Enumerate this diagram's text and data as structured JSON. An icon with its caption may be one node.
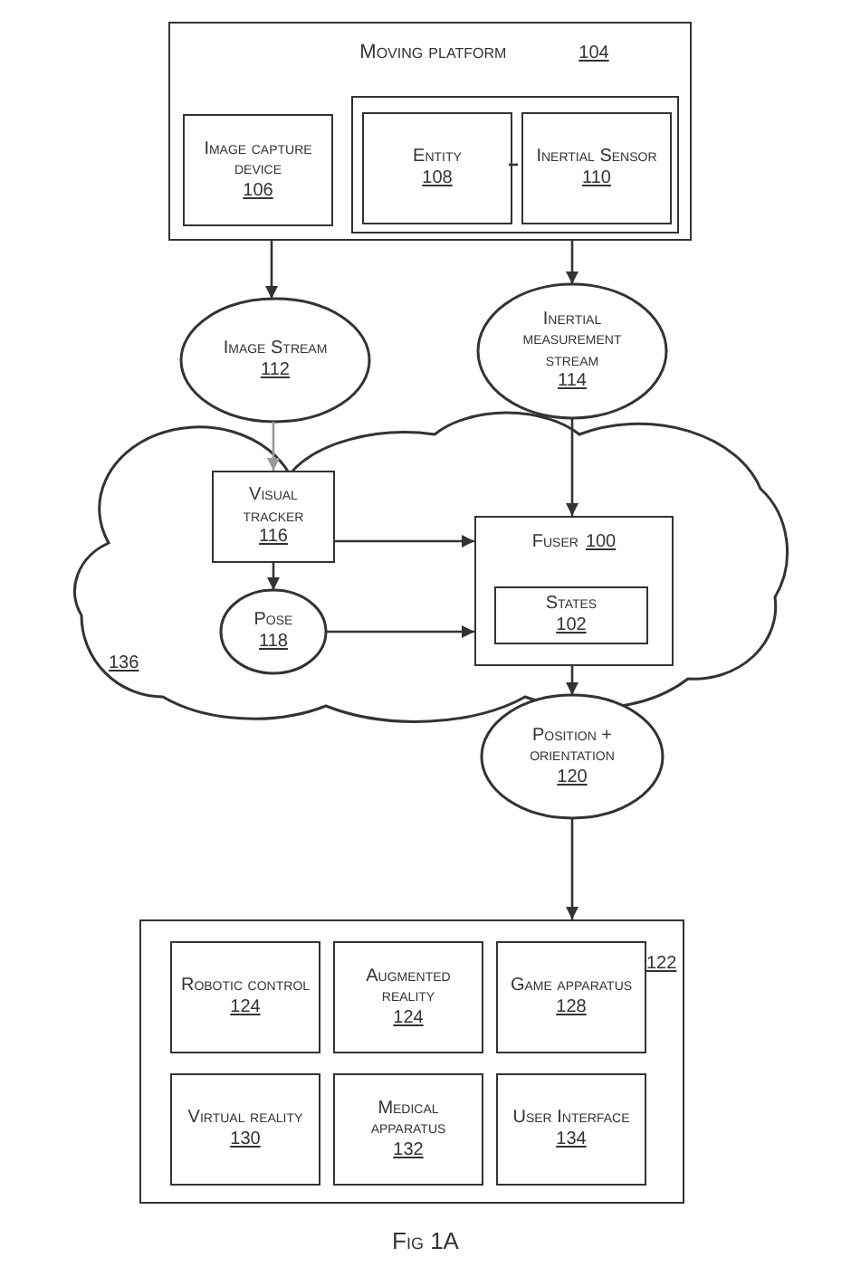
{
  "diagram": {
    "caption": "Fig 1A",
    "nodes": [
      {
        "text": [
          "Moving platform",
          "104"
        ]
      },
      {
        "text": [
          "Image capture device",
          "106"
        ],
        "in": 0
      },
      {
        "text": [],
        "shape": "box",
        "in": 0
      },
      {
        "text": [
          "Entity",
          "108"
        ],
        "in": 2
      },
      {
        "text": [
          "Inertial Sensor",
          "110"
        ],
        "in": 2
      },
      {
        "text": [
          "Image Stream",
          "112"
        ]
      },
      {
        "text": [
          "Inertial measurement stream",
          "114"
        ]
      },
      {
        "text": [
          "136"
        ]
      },
      {
        "text": [
          "Visual tracker",
          "116"
        ],
        "in": 7
      },
      {
        "text": [
          "Pose",
          "118"
        ],
        "in": 7
      },
      {
        "text": [
          "Fuser",
          "100"
        ],
        "in": 7
      },
      {
        "text": [
          "States",
          "102"
        ],
        "in": 10
      },
      {
        "text": [
          "Position + orientation",
          "120"
        ]
      },
      {
        "text": [
          "122"
        ]
      },
      {
        "text": [
          "Robotic control",
          "124"
        ],
        "in": 13
      },
      {
        "text": [
          "Augmented reality",
          "124"
        ],
        "in": 13
      },
      {
        "text": [
          "Game apparatus",
          "128"
        ],
        "in": 13
      },
      {
        "text": [
          "Virtual reality",
          "130"
        ],
        "in": 13
      },
      {
        "text": [
          "Medical apparatus",
          "132"
        ],
        "in": 13
      },
      {
        "text": [
          "User Interface",
          "134"
        ],
        "in": 13
      }
    ],
    "edges": [
      {
        "from": 3,
        "to": 4,
        "arrow": "none"
      },
      {
        "from": 0,
        "to": 5,
        "arrow": "to"
      },
      {
        "from": 0,
        "to": 6,
        "arrow": "to"
      },
      {
        "from": 5,
        "to": 8,
        "arrow": "to",
        "color": "#999999"
      },
      {
        "from": 8,
        "to": 9,
        "arrow": "to"
      },
      {
        "from": 6,
        "to": 10,
        "arrow": "to"
      },
      {
        "from": 8,
        "to": 10,
        "arrow": "to"
      },
      {
        "from": 9,
        "to": 10,
        "arrow": "to"
      },
      {
        "from": 10,
        "to": 12,
        "arrow": "to"
      },
      {
        "from": 12,
        "to": 13,
        "arrow": "to"
      }
    ]
  }
}
